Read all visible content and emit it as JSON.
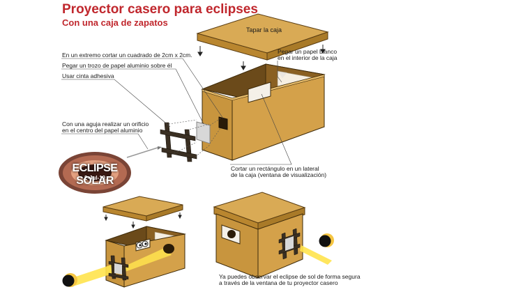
{
  "header": {
    "title": "Proyector casero para eclipses",
    "subtitle": "Con una caja de zapatos"
  },
  "labels": {
    "lid": "Tapar la caja",
    "cut_square": "En un extremo cortar un cuadrado de 2cm x 2cm.",
    "foil": "Pegar un trozo de papel aluminio sobre él",
    "tape": "Usar cinta adhesiva",
    "needle_1": "Con una aguja realizar un orificio",
    "needle_2": "en el centro del papel aluminio",
    "white_paper_1": "Pegar un papel blanco",
    "white_paper_2": "en el interior de la caja",
    "window_1": "Cortar un rectángulo en un lateral",
    "window_2": "de la caja (ventana de visualización)",
    "observe_1": "Ya puedes observar el eclipse de sol de forma segura",
    "observe_2": "a través de la ventana de tu proyector casero"
  },
  "badge": {
    "title": "ECLIPSE SOLAR",
    "date": "2-Jul-19"
  },
  "colors": {
    "title_red": "#c0272d",
    "cardboard": "#c8953e",
    "cardboard_light": "#d9aa55",
    "cardboard_dark": "#6b4a1a",
    "tape_dark": "#3a2f22",
    "sun_beam": "#ffe34d"
  }
}
